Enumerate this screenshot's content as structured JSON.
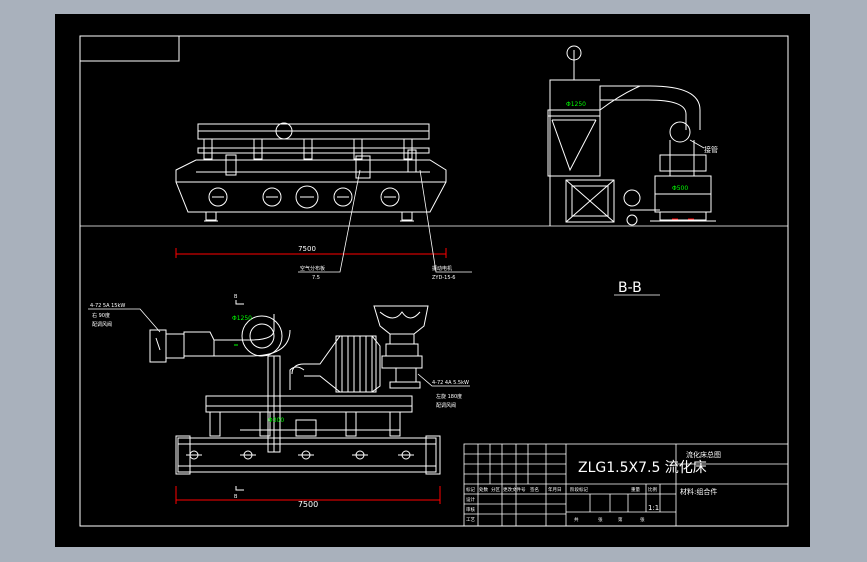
{
  "colors": {
    "chrome": "#a9b1bc",
    "paper": "#000000",
    "line": "#ffffff",
    "dimension": "#ff0000",
    "annotation": "#00ff00"
  },
  "views": {
    "top_dim": "7500",
    "bottom_dim": "7500",
    "section_label": "B-B",
    "cut_mark_top": "B",
    "cut_mark_bottom": "B",
    "dia_left": "Φ1250",
    "dia_right_top": "Φ1250",
    "dia_right_bottom": "Φ500",
    "dia_bottom_left": "Φ1250",
    "dia_bottom_mid": "Φ300"
  },
  "callouts": {
    "air_distribution_top": "空气分布板",
    "air_distribution_bottom": "7.5",
    "vibration_motor_top": "振动电机",
    "vibration_motor_bottom": "ZYD-15-6",
    "right_top": "接管",
    "fan_left_1": "4-72 5A 15kW",
    "fan_left_2": "右 90度",
    "fan_left_3": "配调风阀",
    "fan_right_1": "4-72 4A 5.5kW",
    "fan_right_2": "左旋 180度",
    "fan_right_3": "配调风阀"
  },
  "title_block": {
    "title": "ZLG1.5X7.5 流化床",
    "subtitle": "流化床总图",
    "material": "材料:组合件",
    "scale": "1:1",
    "rows": [
      "标记",
      "设计",
      "审核",
      "工艺"
    ],
    "cols": [
      "处数",
      "分区",
      "更改文件号",
      "签名",
      "年月日"
    ],
    "stage_label": "阶段标记",
    "weight_label": "重量",
    "scale_label": "比例",
    "sheet_1": "共",
    "sheet_2": "张",
    "sheet_3": "第",
    "sheet_4": "张"
  }
}
